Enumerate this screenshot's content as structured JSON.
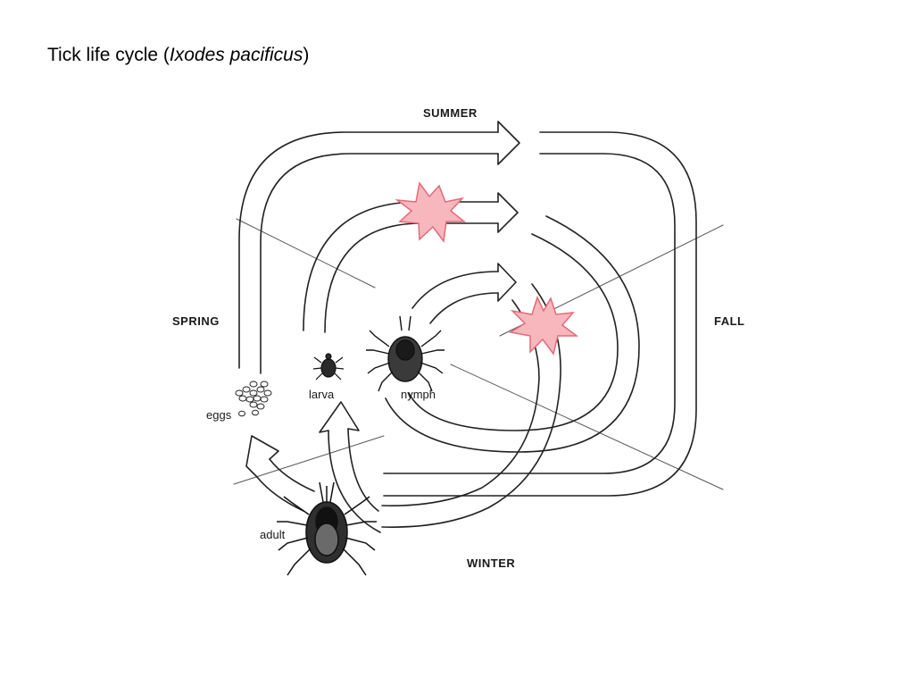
{
  "title": {
    "prefix": "Tick life cycle (",
    "species": "Ixodes pacificus",
    "suffix": ")"
  },
  "seasons": {
    "summer": "SUMMER",
    "spring": "SPRING",
    "fall": "FALL",
    "winter": "WINTER"
  },
  "stages": {
    "eggs": "eggs",
    "larva": "larva",
    "nymph": "nymph",
    "adult": "adult"
  },
  "colors": {
    "line": "#222222",
    "burst_fill": "#f7b7bd",
    "burst_stroke": "#e26a78"
  },
  "icons": [
    "tick-larva-icon",
    "tick-nymph-icon",
    "tick-adult-icon",
    "eggs-icon",
    "bite-burst-icon"
  ]
}
